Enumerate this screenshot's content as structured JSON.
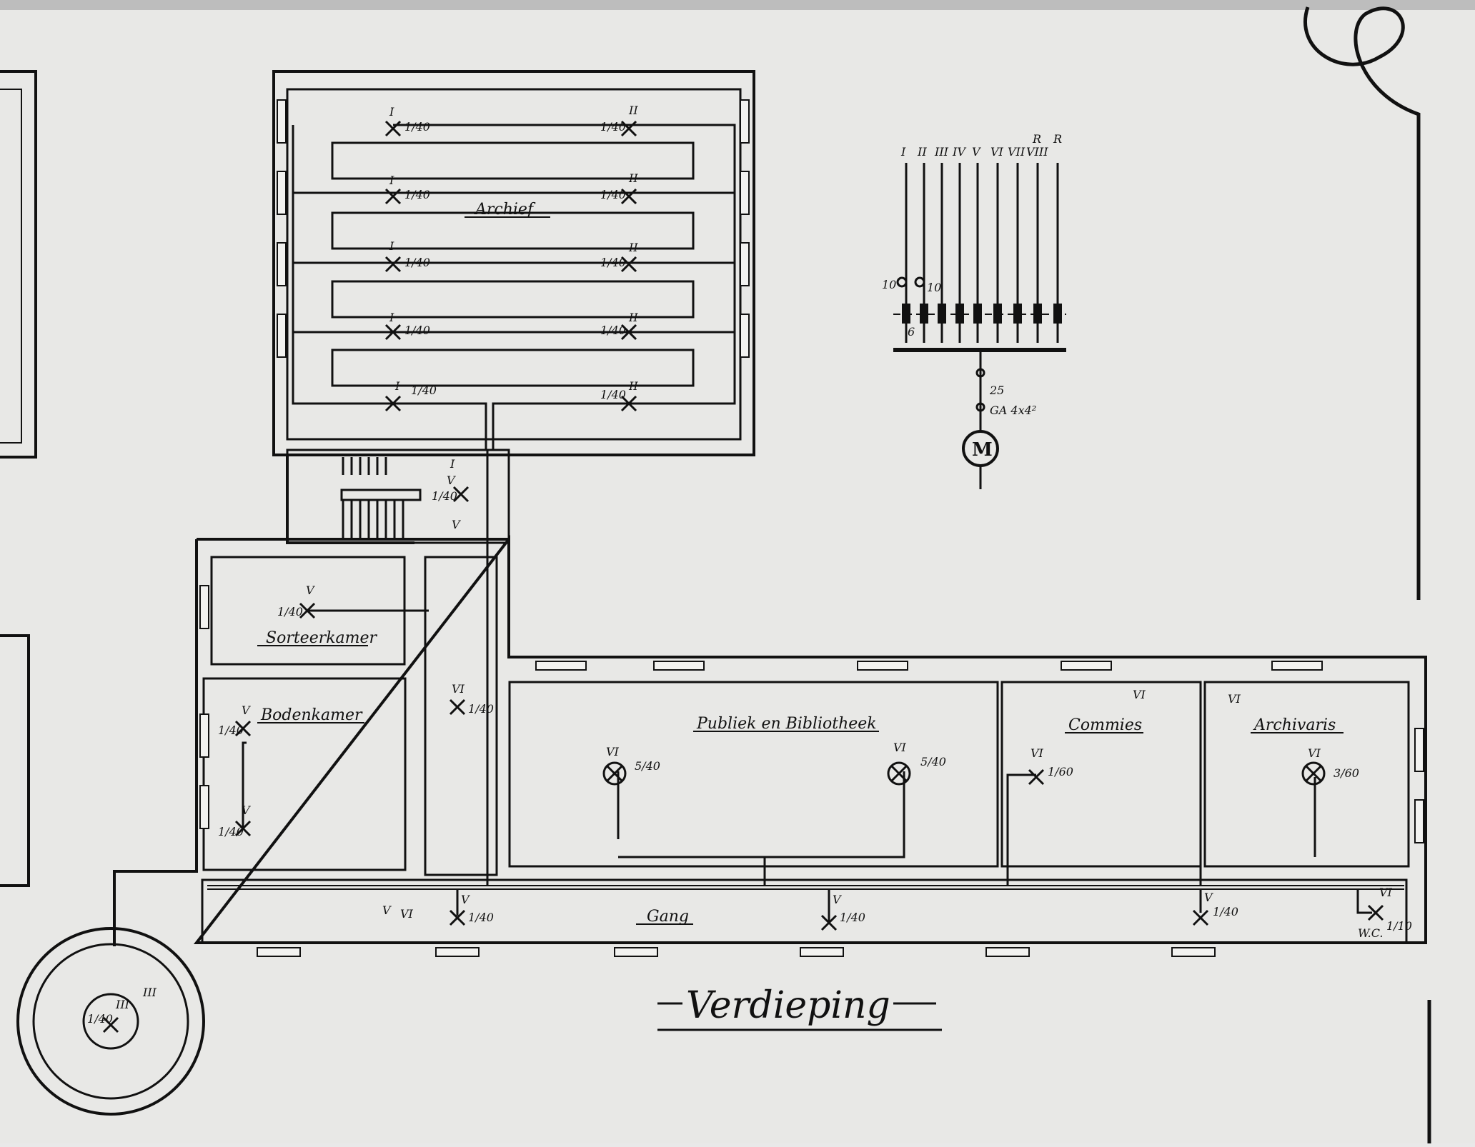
{
  "title": "Verdieping",
  "rooms": {
    "archief": "Archief",
    "sorteerkamer": "Sorteerkamer",
    "bodenkamer": "Bodenkamer",
    "publiek": "Publiek en Bibliotheek",
    "commies": "Commies",
    "archivaris": "Archivaris",
    "gang": "Gang",
    "wc": "W.C."
  },
  "lamp_labels": {
    "r1_1": "1/40",
    "r1_2": "1/40",
    "r1_3": "1/40",
    "r1_4": "1/40",
    "r1_5": "1/40",
    "r2_1": "1/40",
    "r2_2": "1/40",
    "r2_3": "1/40",
    "r2_4": "1/40",
    "r2_5": "1/40",
    "sort": "1/40",
    "stair": "1/40",
    "gangv": "1/40",
    "bod1": "1/40",
    "bod2": "1/40",
    "pub1": "5/40",
    "pub2": "5/40",
    "comm": "1/60",
    "arch": "3/60",
    "gang1": "1/40",
    "gang2": "1/40",
    "gang3": "1/40",
    "wc": "1/10",
    "tower": "1/40"
  },
  "circuits": {
    "I": "I",
    "II": "II",
    "III": "III",
    "IV": "IV",
    "V": "V",
    "VI": "VI"
  },
  "panel": {
    "headers": [
      "I",
      "II",
      "III",
      "IV",
      "V",
      "VI",
      "VII",
      "VIII",
      "R",
      "R"
    ],
    "switch_left": "10",
    "switch_right": "10",
    "fuse_rating": "6",
    "main_fuse": "25",
    "cable": "GA 4x4²",
    "motor": "M"
  }
}
